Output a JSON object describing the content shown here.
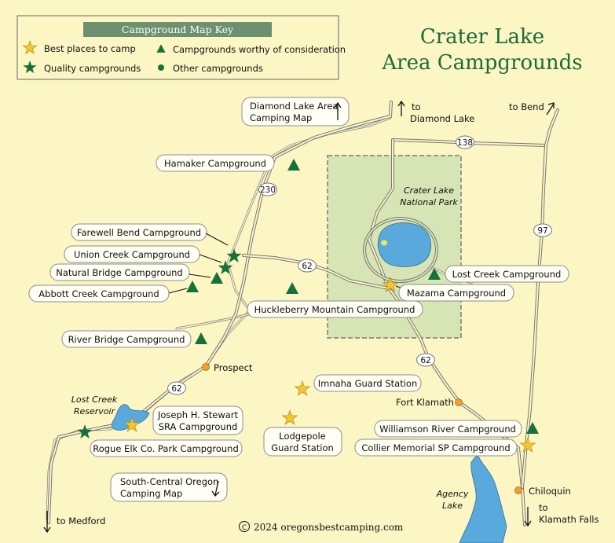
{
  "title": {
    "line1": "Crater Lake",
    "line2": "Area Campgrounds"
  },
  "key": {
    "heading": "Campground Map Key",
    "best": "Best places to camp",
    "quality": "Quality campgrounds",
    "worthy": "Campgrounds worthy of consideration",
    "other": "Other campgrounds"
  },
  "links": {
    "diamond_lake_line1": "Diamond Lake Area",
    "diamond_lake_line2": "Camping Map",
    "south_central_line1": "South-Central Oregon",
    "south_central_line2": "Camping Map"
  },
  "directions": {
    "to_diamond_lake_1": "to",
    "to_diamond_lake_2": "Diamond Lake",
    "to_bend": "to Bend",
    "to_medford": "to Medford",
    "to_klamath_1": "to",
    "to_klamath_2": "Klamath Falls"
  },
  "park": {
    "line1": "Crater Lake",
    "line2": "National Park"
  },
  "routes": {
    "r138": "138",
    "r230": "230",
    "r62a": "62",
    "r62b": "62",
    "r62c": "62",
    "r97": "97"
  },
  "towns": {
    "prospect": "Prospect",
    "fort_klamath": "Fort Klamath",
    "chiloquin": "Chiloquin"
  },
  "water": {
    "reservoir_1": "Lost Creek",
    "reservoir_2": "Reservoir",
    "agency_1": "Agency",
    "agency_2": "Lake"
  },
  "campgrounds": {
    "hamaker": "Hamaker Campground",
    "farewell_bend": "Farewell Bend Campground",
    "union_creek": "Union Creek Campground",
    "natural_bridge": "Natural Bridge Campground",
    "abbott_creek": "Abbott Creek Campground",
    "huckleberry": "Huckleberry Mountain Campground",
    "lost_creek": "Lost Creek Campground",
    "mazama": "Mazama Campground",
    "river_bridge": "River Bridge Campground",
    "imnaha": "Imnaha Guard Station",
    "joseph_1": "Joseph H. Stewart",
    "joseph_2": "SRA Campground",
    "lodgepole_1": "Lodgepole",
    "lodgepole_2": "Guard Station",
    "rogue_elk": "Rogue Elk Co. Park Campground",
    "williamson": "Williamson River Campground",
    "collier": "Collier Memorial SP Campground"
  },
  "copyright": "2024 oregonsbestcamping.com",
  "colors": {
    "background": "#fbf6c4",
    "park_fill": "#d7e5b4",
    "water": "#5aa9dd",
    "green_marker": "#17713a",
    "star": "#f6c52c",
    "town": "#f0a030",
    "title": "#1d6b3a"
  }
}
